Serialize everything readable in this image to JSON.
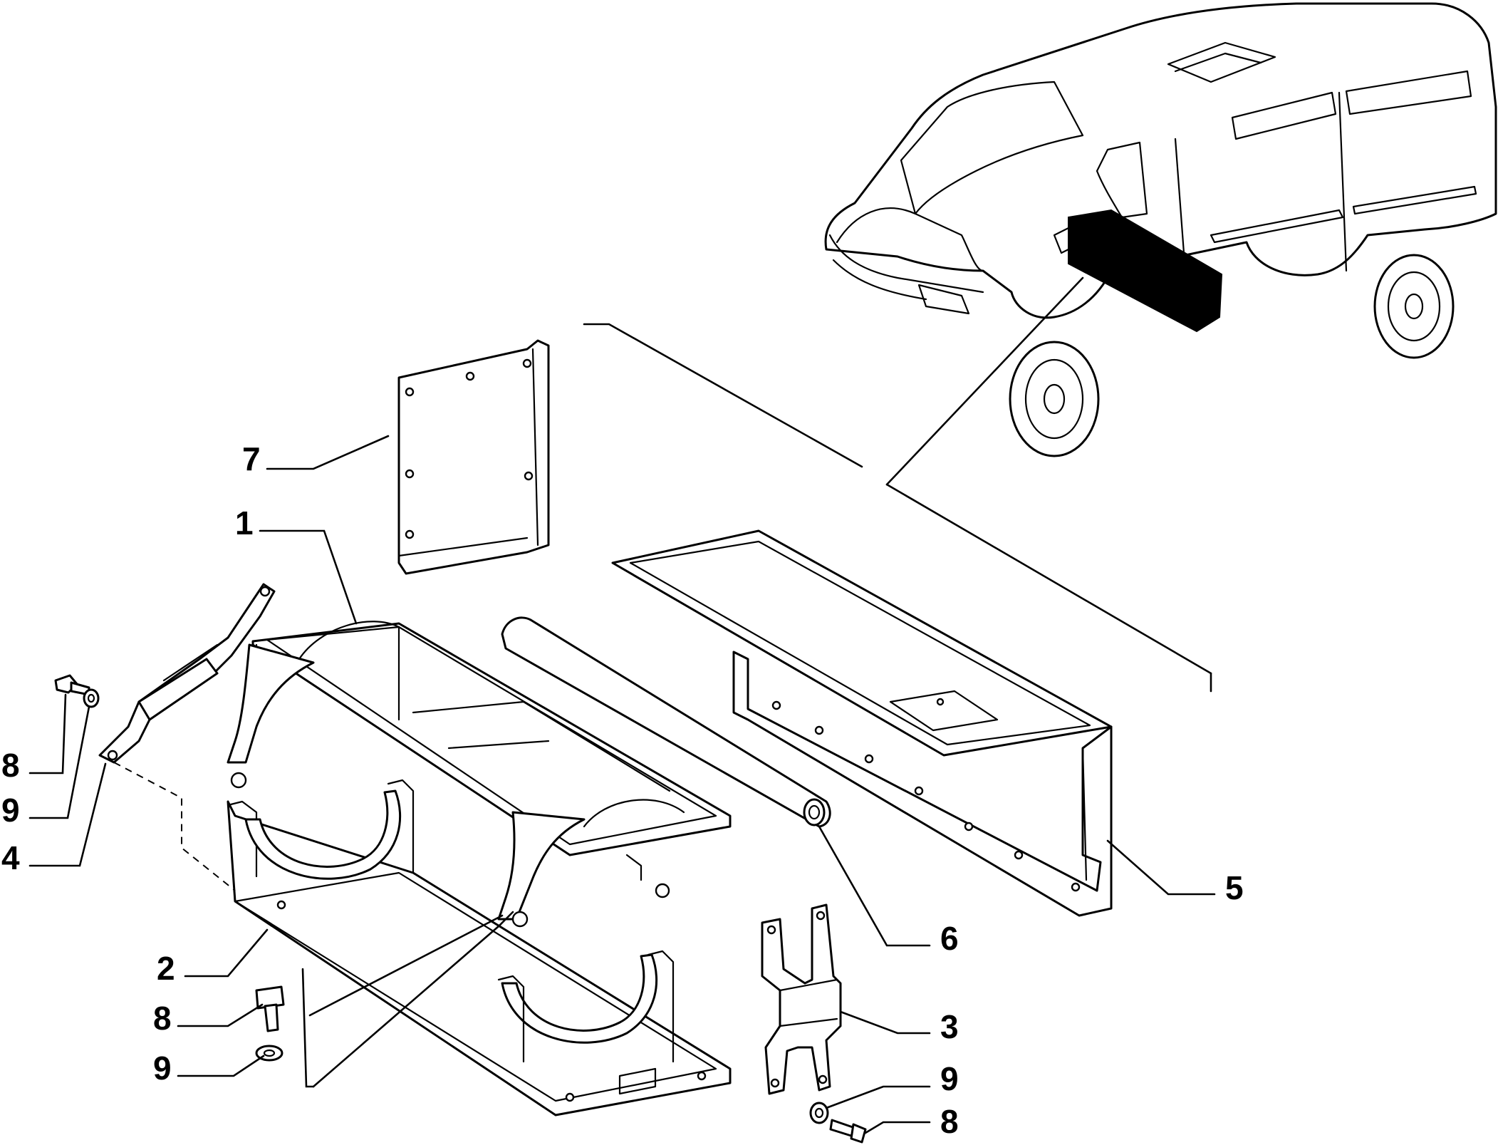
{
  "callouts": {
    "c1": "1",
    "c2": "2",
    "c3": "3",
    "c4": "4",
    "c5": "5",
    "c6": "6",
    "c7": "7",
    "c8a": "8",
    "c8b": "8",
    "c8c": "8",
    "c9a": "9",
    "c9b": "9",
    "c9c": "9"
  },
  "colors": {
    "line": "#000000",
    "background": "#ffffff"
  }
}
